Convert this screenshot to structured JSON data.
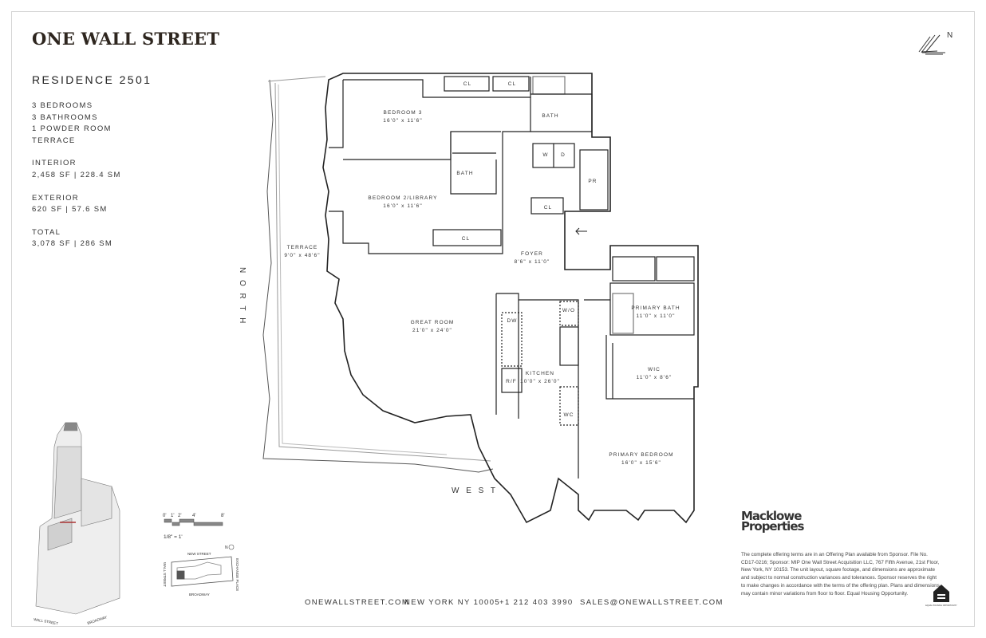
{
  "brand": "ONE WALL STREET",
  "residence": {
    "title": "RESIDENCE 2501",
    "features": [
      "3 BEDROOMS",
      "3 BATHROOMS",
      "1 POWDER ROOM",
      "TERRACE"
    ],
    "interior_label": "INTERIOR",
    "interior_value": "2,458 SF | 228.4 SM",
    "exterior_label": "EXTERIOR",
    "exterior_value": "620 SF | 57.6 SM",
    "total_label": "TOTAL",
    "total_value": "3,078 SF | 286 SM"
  },
  "compass": {
    "north": "N",
    "icon": "north-arrow-icon"
  },
  "plan": {
    "orientation_north": "N O R T H",
    "orientation_west": "W E S T",
    "rooms": {
      "bedroom3": {
        "name": "BEDROOM 3",
        "dims": "16'0\" x 11'6\""
      },
      "bedroom2": {
        "name": "BEDROOM 2/LIBRARY",
        "dims": "16'0\" x 11'6\""
      },
      "terrace": {
        "name": "TERRACE",
        "dims": "9'0\" x 48'6\""
      },
      "foyer": {
        "name": "FOYER",
        "dims": "8'6\" x 11'0\""
      },
      "great_room": {
        "name": "GREAT ROOM",
        "dims": "21'0\" x 24'0\""
      },
      "kitchen": {
        "name": "KITCHEN",
        "dims": "10'0\" x 26'0\""
      },
      "primary_bath": {
        "name": "PRIMARY BATH",
        "dims": "11'0\" x 11'0\""
      },
      "wic": {
        "name": "WIC",
        "dims": "11'0\" x 8'6\""
      },
      "primary_bedroom": {
        "name": "PRIMARY BEDROOM",
        "dims": "16'0\" x 15'6\""
      }
    },
    "small_labels": {
      "cl": "CL",
      "bath": "BATH",
      "w": "W",
      "d": "D",
      "pr": "PR",
      "dw": "DW",
      "rf": "R/F",
      "wo": "W/O",
      "wc": "WC"
    }
  },
  "scale": {
    "ticks": [
      "0'",
      "1'",
      "2'",
      "4'",
      "8'"
    ],
    "ratio": "1/8\" = 1'"
  },
  "site_plan": {
    "new_street": "NEW STREET",
    "broadway": "BROADWAY",
    "wall_street": "WALL STREET",
    "exchange_place": "EXCHANGE PLACE",
    "north": "N"
  },
  "building_labels": {
    "wall_street": "WALL STREET",
    "broadway": "BROADWAY"
  },
  "footer": {
    "website": "ONEWALLSTREET.COM",
    "address": "NEW YORK NY 10005",
    "phone": "+1 212 403 3990",
    "email": "SALES@ONEWALLSTREET.COM"
  },
  "developer": {
    "line1": "Macklowe",
    "line2": "Properties"
  },
  "legal": "The complete offering terms are in an Offering Plan available from Sponsor. File No. CD17-0216; Sponsor: MIP One Wall Street Acquisition LLC, 767 Fifth Avenue, 21st Floor, New York, NY 10153. The unit layout, square footage, and dimensions are approximate and subject to normal construction variances and tolerances. Sponsor reserves the right to make changes in accordance with the terms of the offering plan. Plans and dimensions may contain minor variations from floor to floor. Equal Housing Opportunity.",
  "equal_housing": {
    "text": "EQUAL HOUSING OPPORTUNITY",
    "icon": "equal-housing-icon"
  }
}
